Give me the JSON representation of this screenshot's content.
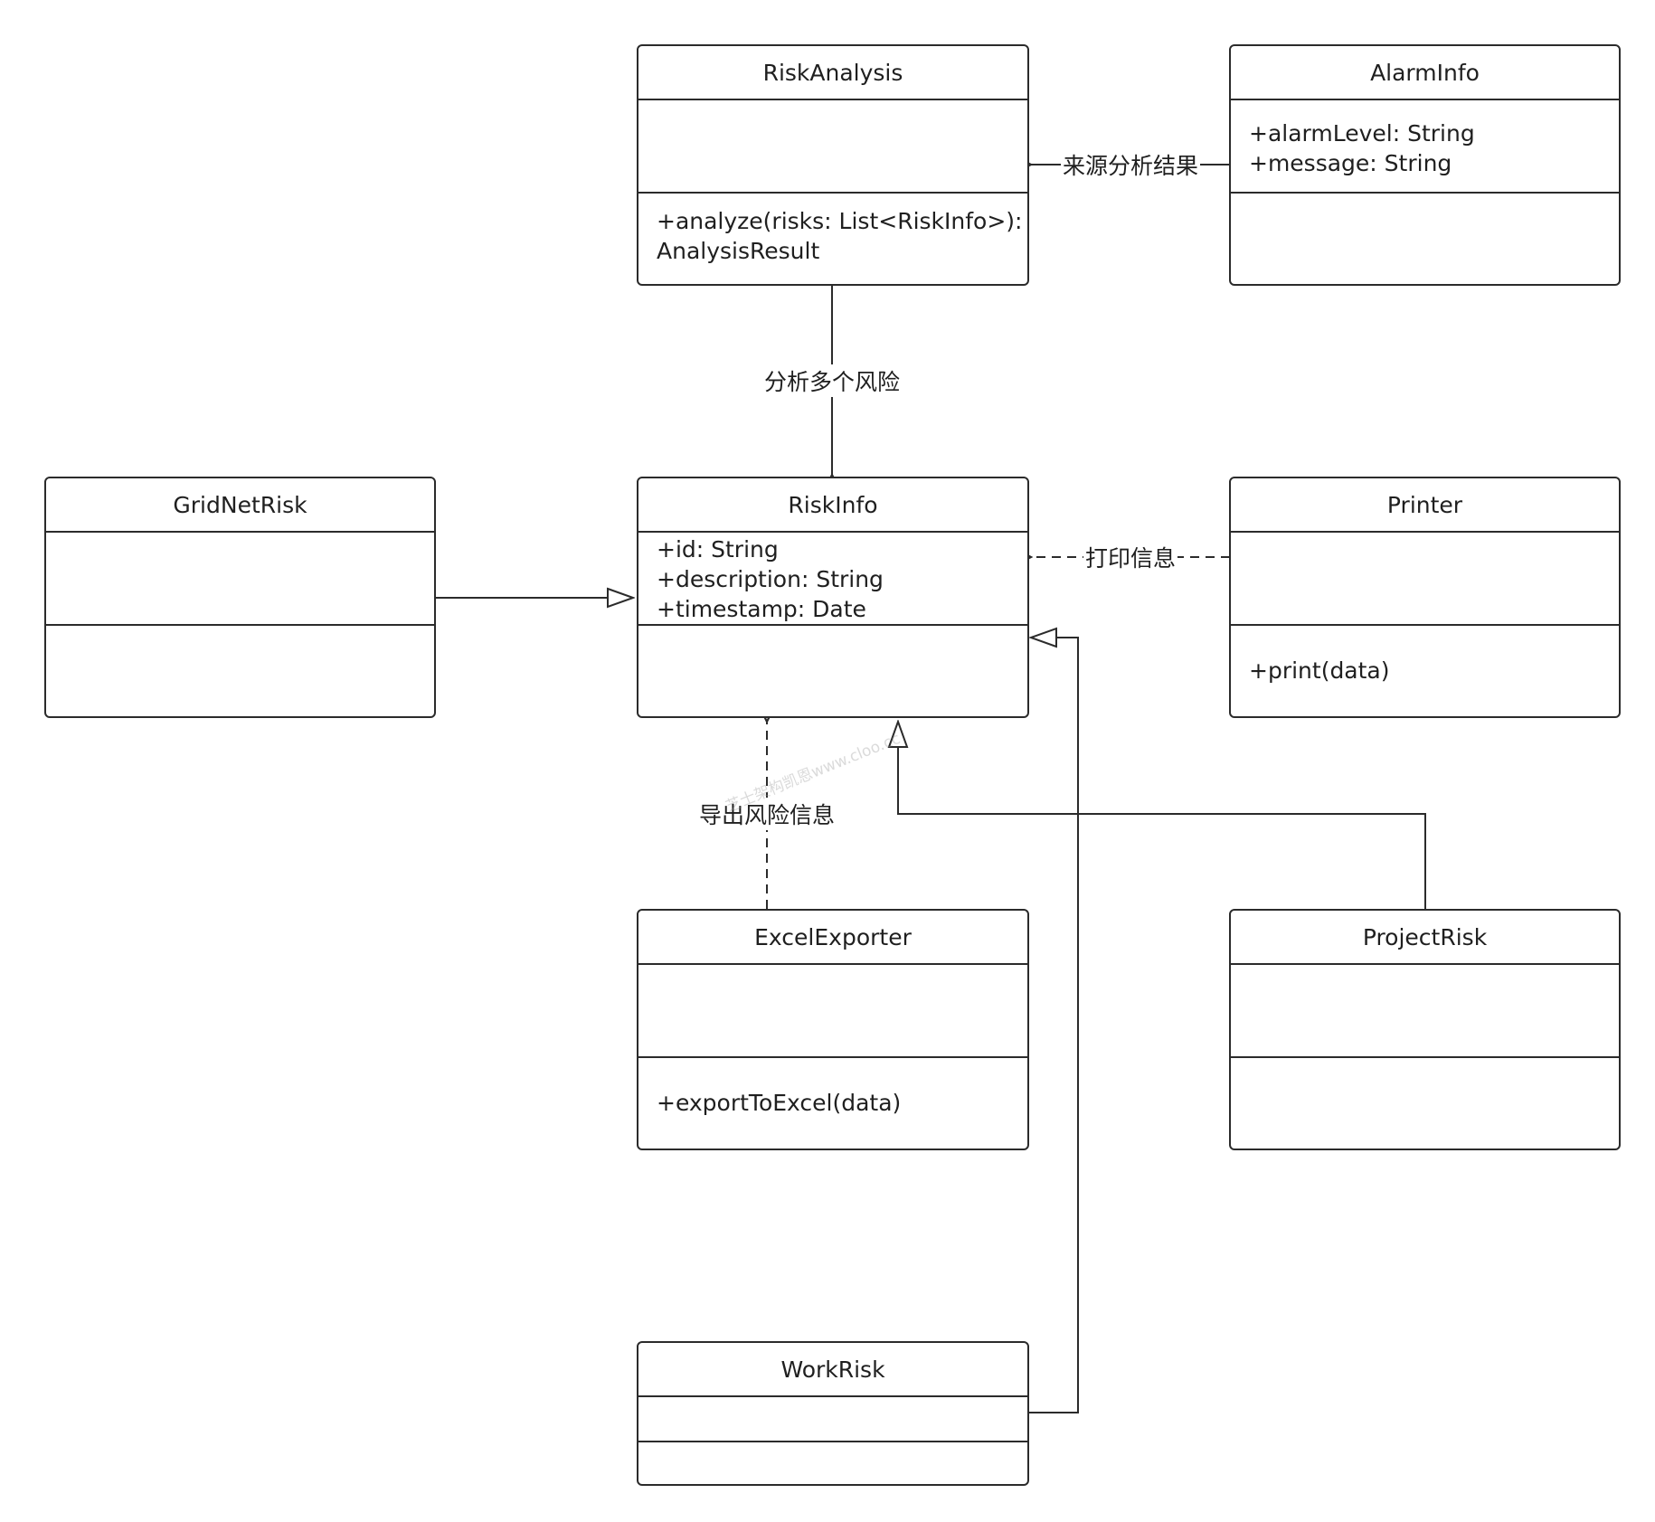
{
  "classes": {
    "risk_analysis": {
      "name": "RiskAnalysis",
      "attributes": [],
      "operations": [
        "+analyze(risks: List<RiskInfo>):",
        "AnalysisResult"
      ]
    },
    "alarm_info": {
      "name": "AlarmInfo",
      "attributes": [
        "+alarmLevel: String",
        "+message: String"
      ],
      "operations": []
    },
    "grid_net_risk": {
      "name": "GridNetRisk",
      "attributes": [],
      "operations": []
    },
    "risk_info": {
      "name": "RiskInfo",
      "attributes": [
        "+id: String",
        "+description: String",
        "+timestamp: Date"
      ],
      "operations": []
    },
    "printer": {
      "name": "Printer",
      "attributes": [],
      "operations": [
        "+print(data)"
      ]
    },
    "excel_exporter": {
      "name": "ExcelExporter",
      "attributes": [],
      "operations": [
        "+exportToExcel(data)"
      ]
    },
    "project_risk": {
      "name": "ProjectRisk",
      "attributes": [],
      "operations": []
    },
    "work_risk": {
      "name": "WorkRisk",
      "attributes": [],
      "operations": []
    }
  },
  "relations": {
    "alarm_to_analysis": "来源分析结果",
    "analysis_to_riskinfo": "分析多个风险",
    "printer_to_riskinfo": "打印信息",
    "exporter_to_riskinfo": "导出风险信息"
  },
  "watermark": "芝士架构凯恩www.cloo.cc"
}
